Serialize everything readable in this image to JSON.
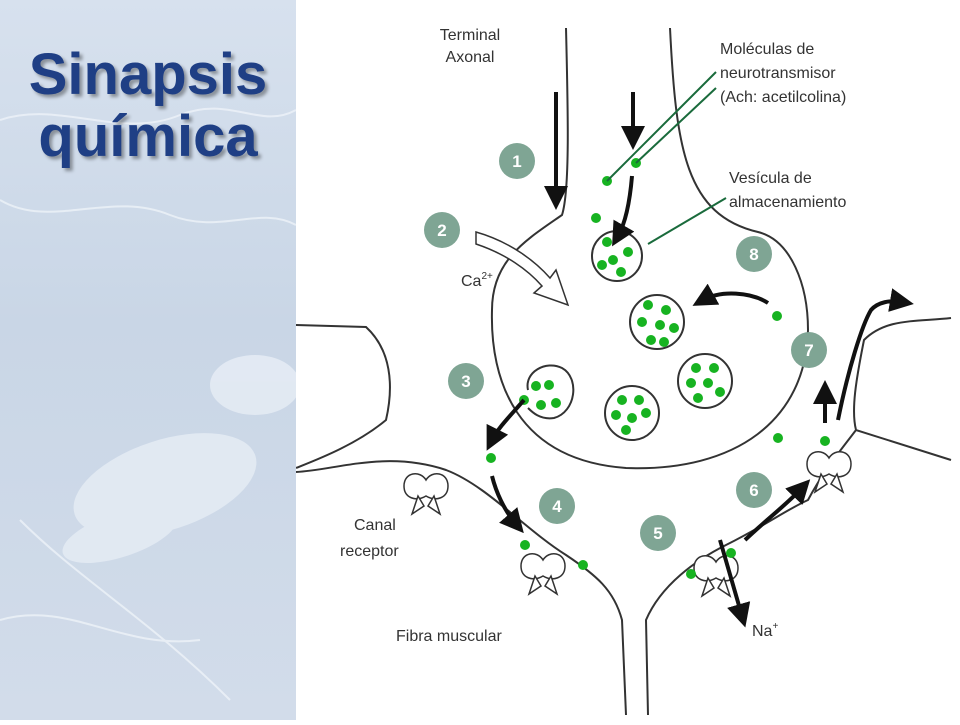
{
  "slide": {
    "title_line1": "Sinapsis",
    "title_line2": "química"
  },
  "diagram": {
    "labels": {
      "terminal_line1": "Terminal",
      "terminal_line2": "Axonal",
      "molecules_line1": "Moléculas de",
      "molecules_line2": "neurotransmisor",
      "molecules_line3": "(Ach: acetilcolina)",
      "vesicle_line1": "Vesícula de",
      "vesicle_line2": "almacenamiento",
      "calcium_base": "Ca",
      "calcium_charge": "2+",
      "canal_line1": "Canal",
      "canal_line2": "receptor",
      "muscle": "Fibra muscular",
      "sodium_base": "Na",
      "sodium_charge": "+"
    },
    "steps": [
      "1",
      "2",
      "3",
      "4",
      "5",
      "6",
      "7",
      "8"
    ],
    "colors": {
      "title": "#1f3f85",
      "step_badge": "#7fa594",
      "neurotransmitter": "#17b321",
      "outline": "#333333",
      "arrow": "#111111"
    }
  }
}
